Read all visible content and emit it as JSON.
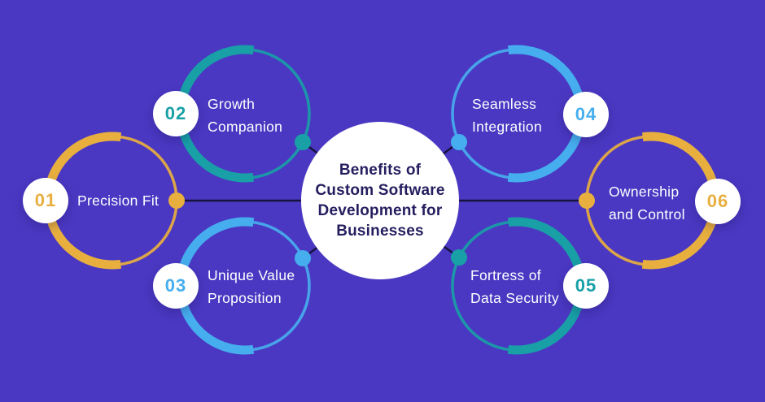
{
  "background_color": "#4A38C2",
  "connector_color": "#17123E",
  "center": {
    "title": "Benefits of\nCustom Software\nDevelopment for\nBusinesses",
    "bg_color": "#FFFFFF",
    "text_color": "#241E5F"
  },
  "items": [
    {
      "number": "01",
      "label": "Precision Fit",
      "color": "#E8AF3E",
      "side": "left"
    },
    {
      "number": "02",
      "label": "Growth\nCompanion",
      "color": "#18A0A6",
      "side": "left"
    },
    {
      "number": "03",
      "label": "Unique Value\nProposition",
      "color": "#46AEEE",
      "side": "left"
    },
    {
      "number": "04",
      "label": "Seamless\nIntegration",
      "color": "#46AEEE",
      "side": "right"
    },
    {
      "number": "05",
      "label": "Fortress of\nData Security",
      "color": "#18A0A6",
      "side": "right"
    },
    {
      "number": "06",
      "label": "Ownership\nand Control",
      "color": "#E8AF3E",
      "side": "right"
    }
  ]
}
